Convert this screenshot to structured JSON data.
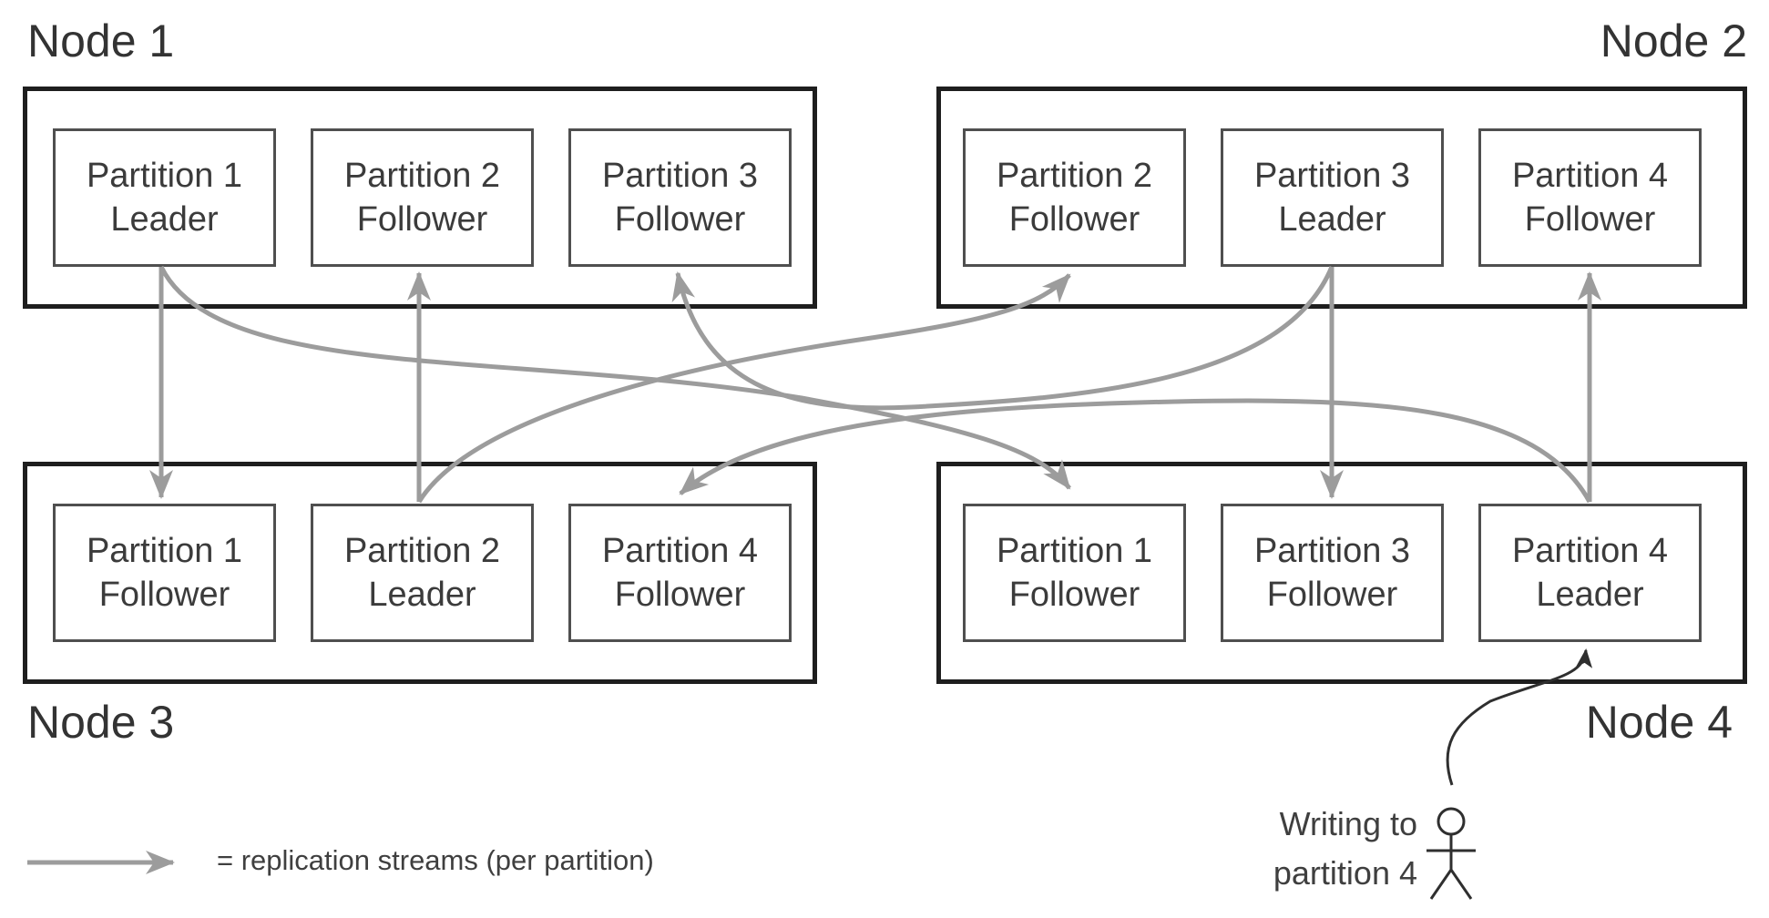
{
  "title": "Partitioned database replication diagram",
  "nodes": [
    {
      "id": "node1",
      "label": "Node 1",
      "label_position": "top-left",
      "partitions": [
        {
          "name": "Partition 1",
          "role": "Leader"
        },
        {
          "name": "Partition 2",
          "role": "Follower"
        },
        {
          "name": "Partition 3",
          "role": "Follower"
        }
      ]
    },
    {
      "id": "node2",
      "label": "Node 2",
      "label_position": "top-right",
      "partitions": [
        {
          "name": "Partition 2",
          "role": "Follower"
        },
        {
          "name": "Partition 3",
          "role": "Leader"
        },
        {
          "name": "Partition 4",
          "role": "Follower"
        }
      ]
    },
    {
      "id": "node3",
      "label": "Node 3",
      "label_position": "bottom-left",
      "partitions": [
        {
          "name": "Partition 1",
          "role": "Follower"
        },
        {
          "name": "Partition 2",
          "role": "Leader"
        },
        {
          "name": "Partition 4",
          "role": "Follower"
        }
      ]
    },
    {
      "id": "node4",
      "label": "Node 4",
      "label_position": "bottom-right",
      "partitions": [
        {
          "name": "Partition 1",
          "role": "Follower"
        },
        {
          "name": "Partition 3",
          "role": "Follower"
        },
        {
          "name": "Partition 4",
          "role": "Leader"
        }
      ]
    }
  ],
  "replication_streams": [
    {
      "partition": "Partition 1",
      "from": "node1",
      "to": "node3"
    },
    {
      "partition": "Partition 1",
      "from": "node1",
      "to": "node4"
    },
    {
      "partition": "Partition 2",
      "from": "node3",
      "to": "node1"
    },
    {
      "partition": "Partition 2",
      "from": "node3",
      "to": "node2"
    },
    {
      "partition": "Partition 3",
      "from": "node2",
      "to": "node4"
    },
    {
      "partition": "Partition 3",
      "from": "node2",
      "to": "node1"
    },
    {
      "partition": "Partition 4",
      "from": "node4",
      "to": "node2"
    },
    {
      "partition": "Partition 4",
      "from": "node4",
      "to": "node3"
    }
  ],
  "legend": {
    "text": "= replication streams (per partition)"
  },
  "annotation": {
    "line1": "Writing to",
    "line2": "partition 4"
  },
  "colors": {
    "stream_arrow": "#9c9c9c",
    "writer_arrow": "#2f2f2f",
    "node_border": "#1e1e1e",
    "box_border": "#4f4f4f",
    "text": "#3b3b3b",
    "background": "#ffffff"
  }
}
